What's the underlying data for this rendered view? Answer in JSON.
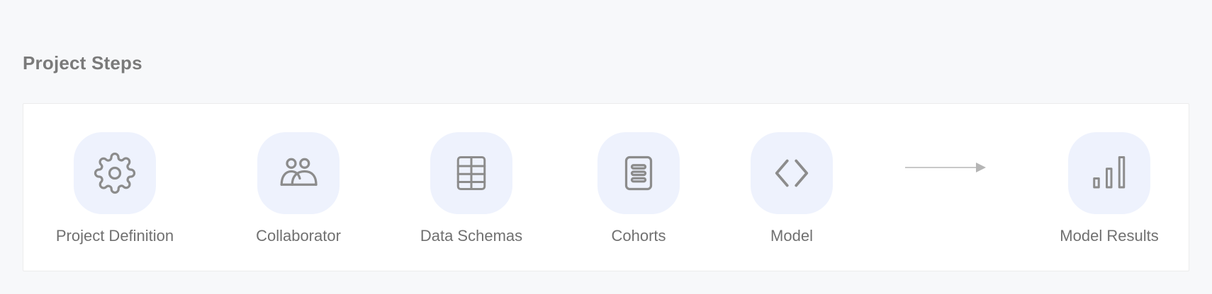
{
  "section": {
    "title": "Project Steps"
  },
  "steps": [
    {
      "label": "Project Definition",
      "icon": "gear-icon"
    },
    {
      "label": "Collaborator",
      "icon": "users-icon"
    },
    {
      "label": "Data Schemas",
      "icon": "table-icon"
    },
    {
      "label": "Cohorts",
      "icon": "document-icon"
    },
    {
      "label": "Model",
      "icon": "code-icon"
    },
    {
      "label": "Model Results",
      "icon": "bar-chart-icon"
    }
  ],
  "colors": {
    "page_background": "#f7f8fa",
    "card_background": "#ffffff",
    "icon_tile": "#eef2fd",
    "icon_stroke": "#8c8c8c",
    "text": "#707070",
    "arrow": "#b5b5b5"
  }
}
